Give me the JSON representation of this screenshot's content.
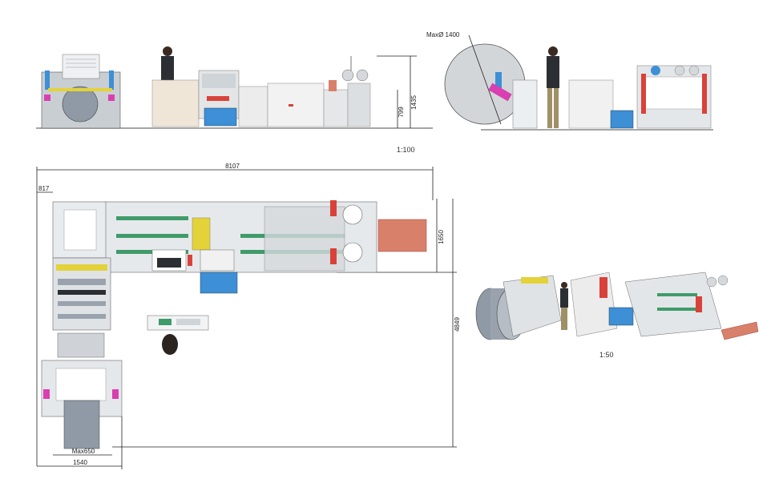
{
  "dimensions": {
    "side_height": "1435",
    "side_mid_height": "799",
    "roll_diameter": "MaxØ 1400",
    "plan_length": "8107",
    "plan_offset": "817",
    "plan_depth": "1650",
    "plan_total_depth": "4849",
    "unwind_roll_width": "Max650",
    "unwind_width": "1540"
  },
  "scales": {
    "elevation": "1:100",
    "isometric": "1:50"
  },
  "colors": {
    "frame": "#9aa3ad",
    "panel": "#dfe3e6",
    "blue": "#3d8fd6",
    "green": "#3f9b6a",
    "yellow": "#e3d23a",
    "red": "#d9423a",
    "salmon": "#d9806a",
    "magenta": "#d93fb0"
  }
}
